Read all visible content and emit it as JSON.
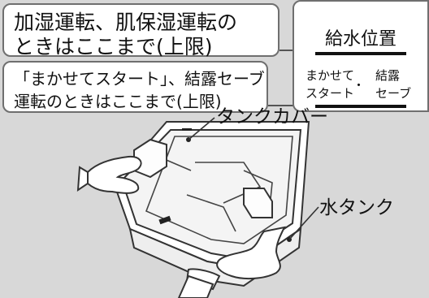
{
  "callouts": {
    "upper_limit_humidify": {
      "line1": "加湿運転、肌保湿運転の",
      "line2": "ときはここまで(上限)"
    },
    "upper_limit_auto_start": {
      "line1": "「まかせてスタート」、結露セーブ",
      "line2": "運転のときはここまで(上限)"
    }
  },
  "water_level_panel": {
    "title": "給水位置",
    "mark_left_line1": "まかせて",
    "mark_left_line2": "スタート",
    "mark_right_line1": "結露",
    "mark_right_line2": "セーブ",
    "separator": "・"
  },
  "labels": {
    "tank_cover": "タンクカバー",
    "water_tank": "水タンク"
  },
  "colors": {
    "background": "#d8d8d8",
    "box_border": "#6f6f6f",
    "text": "#111111"
  }
}
